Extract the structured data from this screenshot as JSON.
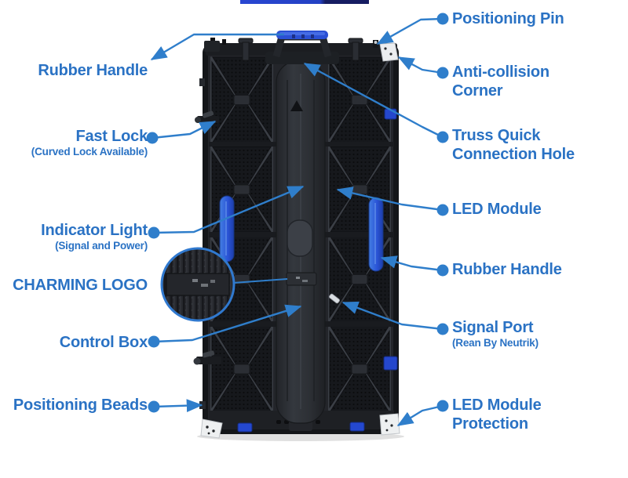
{
  "colors": {
    "label_text": "#2a72c4",
    "leader_line": "#2f7ecb",
    "handle_blue": "#2b55d8",
    "panel_dark": "#1b1d21",
    "background": "#ffffff"
  },
  "labels": {
    "left": [
      {
        "text": "Rubber Handle"
      },
      {
        "text": "Fast Lock",
        "sub": "(Curved Lock Available)"
      },
      {
        "text": "Indicator Light",
        "sub": "(Signal and Power)"
      },
      {
        "text": "CHARMING LOGO"
      },
      {
        "text": "Control Box"
      },
      {
        "text": "Positioning Beads"
      }
    ],
    "right": [
      {
        "text": "Positioning Pin"
      },
      {
        "text": "Anti-collision Corner"
      },
      {
        "text": "Truss Quick Connection Hole"
      },
      {
        "text": "LED Module"
      },
      {
        "text": "Rubber Handle"
      },
      {
        "text": "Signal Port",
        "sub": "(Rean By Neutrik)"
      },
      {
        "text": "LED Module Protection"
      }
    ]
  }
}
